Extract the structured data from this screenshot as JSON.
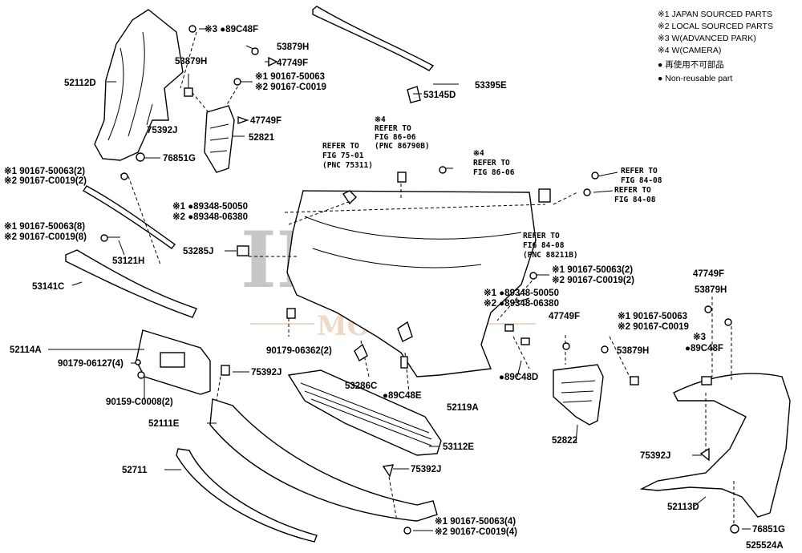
{
  "legend": {
    "lines": [
      "※1 JAPAN SOURCED PARTS",
      "※2 LOCAL SOURCED PARTS",
      "※3 W(ADVANCED PARK)",
      "※4 W(CAMERA)",
      "● 再使用不可部品",
      "● Non-reusable part"
    ]
  },
  "watermark": {
    "main": "IMERI",
    "sub": "MOTORS"
  },
  "figure_id": "525524A",
  "labels": {
    "l1": "※3 ●89C48F",
    "l2": "53879H",
    "l3": "47749F",
    "l4": "53879H",
    "l5": "※1 90167-50063",
    "l6": "※2 90167-C0019",
    "l7": "52112D",
    "l8": "47749F",
    "l9": "52821",
    "l10": "75392J",
    "l11": "76851G",
    "l12": "53145D",
    "l13": "53395E",
    "l14": "※4",
    "l15": "REFER TO",
    "l16": "FIG 86-06",
    "l17": "(PNC 86790B)",
    "l18": "REFER TO",
    "l19": "FIG 75-01",
    "l20": "(PNC 75311)",
    "l21": "※4",
    "l22": "REFER TO",
    "l23": "FIG 86-06",
    "l24": "REFER TO",
    "l25": "FIG 84-08",
    "l26": "REFER TO",
    "l27": "FIG 84-08",
    "l28": "※1 90167-50063(2)",
    "l29": "※2 90167-C0019(2)",
    "l30": "※1 ●89348-50050",
    "l31": "※2 ●89348-06380",
    "l32": "※1 90167-50063(8)",
    "l33": "※2 90167-C0019(8)",
    "l34": "53285J",
    "l35": "53121H",
    "l36": "REFER TO",
    "l37": "FIG 84-08",
    "l38": "(PNC 88211B)",
    "l39": "※1 90167-50063(2)",
    "l40": "※2 90167-C0019(2)",
    "l41": "53141C",
    "l42": "※1 ●89348-50050",
    "l43": "※2 ●89348-06380",
    "l44": "47749F",
    "l45": "53879H",
    "l46": "47749F",
    "l47": "※1 90167-50063",
    "l48": "※2 90167-C0019",
    "l49": "※3",
    "l50": "●89C48F",
    "l51": "52114A",
    "l52": "90179-06127(4)",
    "l53": "90179-06362(2)",
    "l54": "53879H",
    "l55": "75392J",
    "l56": "53286C",
    "l57": "●89C48E",
    "l58": "●89C48D",
    "l59": "52119A",
    "l60": "90159-C0008(2)",
    "l61": "52111E",
    "l62": "53112E",
    "l63": "52822",
    "l64": "75392J",
    "l65": "52711",
    "l66": "75392J",
    "l67": "52113D",
    "l68": "76851G",
    "l69": "※1 90167-50063(4)",
    "l70": "※2 90167-C0019(4)"
  }
}
